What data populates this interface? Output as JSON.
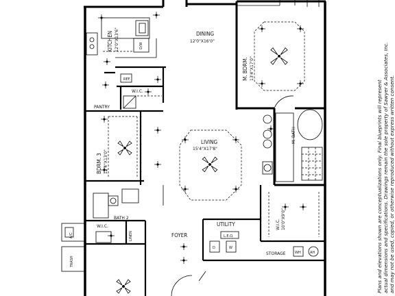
{
  "rooms": {
    "kitchen": {
      "name": "KITCHEN",
      "size": "12'0\"X13'6\""
    },
    "dining": {
      "name": "DINING",
      "size": "12'0\"X16'0\""
    },
    "master_bedroom": {
      "name": "M. BDRM.",
      "size": "13'4\"X17'0\""
    },
    "bedroom3": {
      "name": "BDRM. 3",
      "size": "12'4\"X13'0\""
    },
    "living": {
      "name": "LIVING",
      "size": "15'4\"X17'8\""
    },
    "master_bath": {
      "name": "M. BATH"
    },
    "master_wic": {
      "name": "W.I.C.",
      "size": "10'0\"X9'0\""
    },
    "wic_upper": {
      "name": "W.I.C."
    },
    "wic_lower": {
      "name": "W.I.C."
    },
    "pantry": {
      "name": "PANTRY"
    },
    "bath2": {
      "name": "BATH 2"
    },
    "foyer": {
      "name": "FOYER"
    },
    "utility": {
      "name": "UTILITY"
    },
    "storage": {
      "name": "STORAGE"
    },
    "linen": {
      "name": "LINEN"
    },
    "leo": {
      "name": "L.E.O."
    }
  },
  "fixtures": {
    "ref": "REF.",
    "dw": "D/W",
    "dryer": "D",
    "washer": "W",
    "wh": "WH",
    "ah": "AH",
    "ac": "A/C",
    "trash": "TRASH",
    "shower": "SHOWER"
  },
  "disclaimer": [
    "Plans and elevations shown are conceptualizations only. Final blueprints will represent",
    "actual dimensions and specifications. Drawings remain the sole property of Sawyer & Associates, Inc.",
    "and may not be used, copied, or otherwise reproduced without express written consent."
  ]
}
